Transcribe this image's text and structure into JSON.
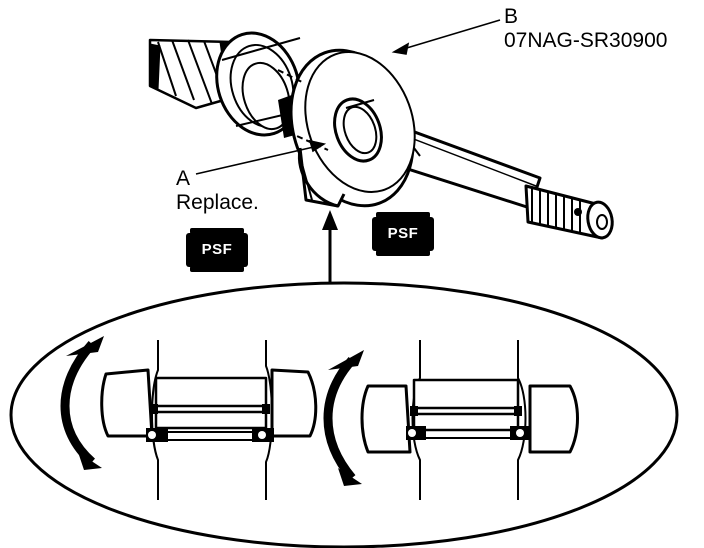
{
  "labels": {
    "b_letter": "B",
    "b_tool_number": "07NAG-SR30900",
    "a_letter": "A",
    "a_instruction": "Replace."
  },
  "fluid_badges": {
    "left": "PSF",
    "right": "PSF"
  },
  "colors": {
    "ink": "#000000",
    "paper": "#ffffff"
  },
  "icons": [
    "psf-fluid-can-icon",
    "rotate-arrow-icon"
  ]
}
